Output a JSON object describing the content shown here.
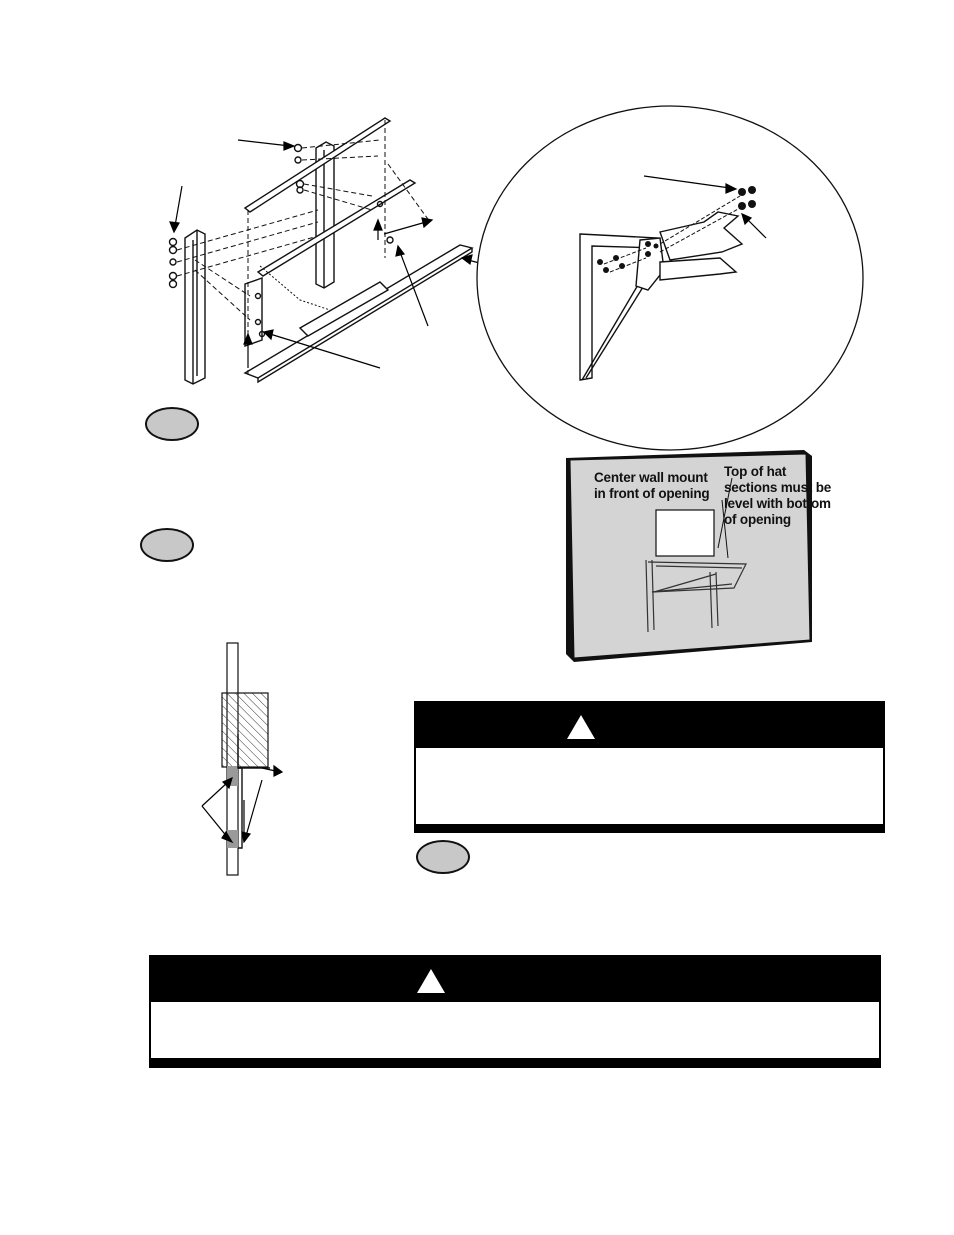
{
  "wall_mount_illustration": {
    "label_center": "Center wall mount in front of opening",
    "label_center_lines": [
      "Center wall mount",
      "in front of opening"
    ],
    "label_hat": "Top of hat sections must be level with bottom of opening",
    "label_hat_lines": [
      "Top of hat",
      "sections must be",
      "level with bottom",
      "of opening"
    ]
  },
  "warnings": [
    {
      "icon": "warning-triangle-icon"
    },
    {
      "icon": "warning-triangle-icon"
    }
  ],
  "step_markers": [
    {
      "icon": "step-oval-icon"
    },
    {
      "icon": "step-oval-icon"
    },
    {
      "icon": "step-oval-icon"
    }
  ],
  "colors": {
    "wall_panel": "#d4d4d4",
    "step_oval": "#c8c8c8",
    "warning_bar": "#000000"
  }
}
